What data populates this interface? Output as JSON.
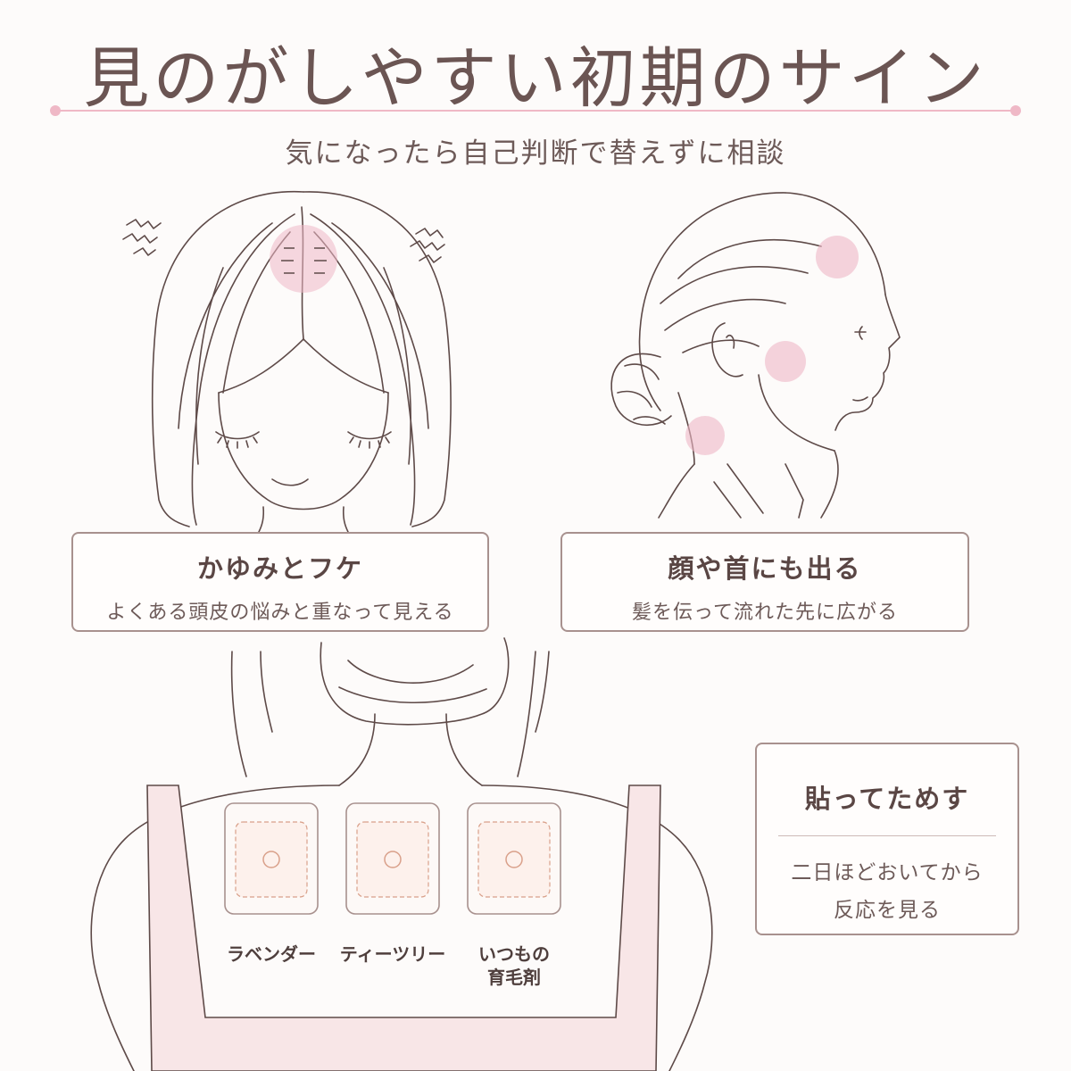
{
  "header": {
    "title": "見のがしやすい初期のサイン",
    "subtitle": "気になったら自己判断で替えずに相談"
  },
  "cards": [
    {
      "title": "かゆみとフケ",
      "desc": "よくある頭皮の悩みと重なって見える"
    },
    {
      "title": "顔や首にも出る",
      "desc": "髪を伝って流れた先に広がる"
    }
  ],
  "test_card": {
    "title": "貼ってためす",
    "line1": "二日ほどおいてから",
    "line2": "反応を見る"
  },
  "patches": [
    {
      "label": "ラベンダー"
    },
    {
      "label": "ティーツリー"
    },
    {
      "label_line1": "いつもの",
      "label_line2": "育毛剤"
    }
  ],
  "colors": {
    "accent_pink": "#efb8c6",
    "line": "#5e4a48",
    "card_border": "#a8918e",
    "tank_top": "#f8e6e7"
  }
}
